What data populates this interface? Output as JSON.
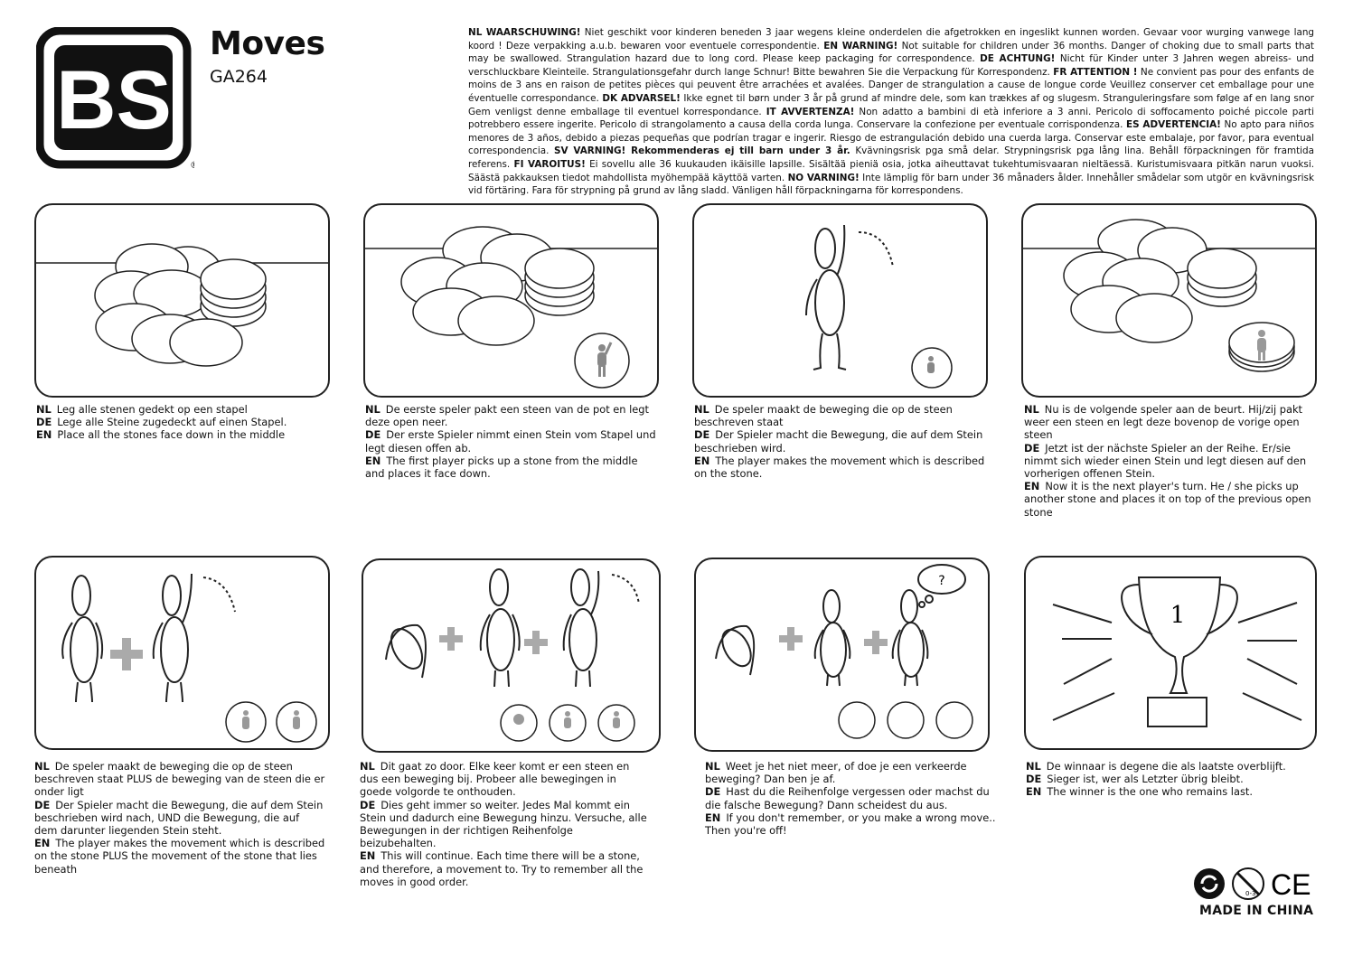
{
  "brand": {
    "logo_text": "BS"
  },
  "header": {
    "title": "Moves",
    "code": "GA264"
  },
  "warning": [
    {
      "lang": "NL WAARSCHUWING!",
      "text": " Niet geschikt voor kinderen beneden 3 jaar wegens kleine onderdelen die afgetrokken en ingeslikt kunnen worden.  Gevaar voor wurging vanwege lang koord ! Deze verpakking a.u.b. bewaren voor  eventuele correspondentie. "
    },
    {
      "lang": "EN WARNING!",
      "text": " Not suitable for children under 36 months. Danger of choking due to small parts that may be swallowed.  Strangulation hazard due to long cord. Please keep packaging for correspondence. "
    },
    {
      "lang": "DE ACHTUNG!",
      "text": " Nicht für Kinder unter 3 Jahren wegen abreiss- und verschluckbare Kleinteile. Strangulationsgefahr durch lange Schnur! Bitte bewahren Sie die Verpackung für Korrespondenz. "
    },
    {
      "lang": "FR ATTENTION !",
      "text": " Ne convient pas pour des enfants de moins de 3 ans en raison de petites pièces qui peuvent être arrachées et avalées.  Danger de strangulation a cause de longue corde Veuillez conserver cet emballage pour une éventuelle correspondance.  "
    },
    {
      "lang": "DK ADVARSEL!",
      "text": " Ikke egnet til børn under 3 år på grund af mindre dele, som kan trækkes af og slugesm.  Stranguleringsfare som følge af en lang snor Gem venligst denne emballage til eventuel korrespondance. "
    },
    {
      "lang": "IT AVVERTENZA!",
      "text": " Non adatto a bambini di età inferiore a 3 anni. Pericolo di soffocamento poiché piccole parti potrebbero essere ingerite.  Pericolo di strangolamento a causa della corda lunga. Conservare la confezione per eventuale corrispondenza. "
    },
    {
      "lang": "ES ADVERTENCIA!",
      "text": "  No apto para niños menores de 3 años, debido a piezas pequeñas que podrían tragar e ingerir.  Riesgo de estrangulación debido una cuerda larga. Conservar este embalaje, por favor, para eventual correspondencia.  "
    },
    {
      "lang": "SV VARNING! Rekommenderas ej till barn under 3 år.",
      "text": " Kvävningsrisk pga små delar. Strypningsrisk pga lång lina.  Behåll förpackningen för framtida referens. "
    },
    {
      "lang": "FI VAROITUS!",
      "text": "  Ei sovellu alle 36 kuukauden ikäisille lapsille. Sisältää pieniä osia, jotka aiheuttavat tukehtumisvaaran nieltäessä. Kuristumisvaara pitkän narun vuoksi. Säästä pakkauksen tiedot mahdollista myöhempää käyttöä varten. "
    },
    {
      "lang": "NO VARNING!",
      "text": " Inte lämplig för barn under 36 månaders ålder. Innehåller smådelar som utgör en kvävningsrisk vid förtäring. Fara för strypning på grund av lång sladd. Vänligen håll förpackningarna för korrespondens."
    }
  ],
  "steps": [
    {
      "nl": "Leg alle stenen gedekt op een stapel",
      "de": "Lege alle Steine zugedeckt auf einen Stapel.",
      "en": "Place all the stones face down in the middle"
    },
    {
      "nl": "De eerste speler pakt een steen van de pot en legt deze open neer.",
      "de": "Der erste Spieler nimmt einen Stein vom Stapel und legt diesen offen ab.",
      "en": "The first player picks up a stone from the middle and places it face down."
    },
    {
      "nl": "De speler maakt de beweging die op de steen beschreven staat",
      "de": "Der Spieler macht die Bewegung, die auf dem Stein beschrieben wird.",
      "en": "The player makes the movement which is described on the stone."
    },
    {
      "nl": "Nu is de volgende speler aan de beurt. Hij/zij pakt weer een steen en legt deze bovenop de vorige open steen",
      "de": "Jetzt ist der nächste Spieler an der Reihe. Er/sie nimmt sich wieder einen Stein und legt diesen auf den vorherigen offenen Stein.",
      "en": "Now it is the next player's turn. He / she picks up another stone and places it on top of the previous open stone"
    },
    {
      "nl": "De speler maakt de beweging die op de steen beschreven staat PLUS de beweging van de steen die er onder ligt",
      "de": "Der Spieler macht die Bewegung, die auf dem Stein beschrieben wird nach, UND die Bewegung, die auf dem darunter liegenden Stein steht.",
      "en": "The player makes the movement which is described on the stone PLUS the movement of the stone that lies beneath"
    },
    {
      "nl": "Dit gaat zo door. Elke keer komt er een steen en dus een beweging bij. Probeer alle bewegingen in goede volgorde te onthouden.",
      "de": "Dies geht immer so weiter. Jedes Mal kommt ein Stein und dadurch eine Bewegung hinzu. Versuche, alle Bewegungen in der richtigen Reihenfolge beizubehalten.",
      "en": "This will continue. Each time there will be a stone, and therefore, a movement to. Try to remember all the moves in good order."
    },
    {
      "nl": "Weet je het niet meer, of doe je een verkeerde beweging? Dan ben je af.",
      "de": "Hast du die Reihenfolge vergessen oder machst du die falsche Bewegung? Dann scheidest du aus.",
      "en": "If you don't remember, or you make a wrong move.. Then you're off!"
    },
    {
      "nl": "De winnaar is degene die als laatste overblijft.",
      "de": "Sieger ist, wer als Letzter übrig bleibt.",
      "en": "The winner is the one who remains last."
    }
  ],
  "labels": {
    "nl": "NL",
    "de": "DE",
    "en": "EN"
  },
  "panel_marks": {
    "question": "?",
    "trophy_number": "1"
  },
  "footer": {
    "made_in": "MADE IN CHINA",
    "age_mark": "0-3",
    "ce_mark": "CE"
  },
  "icons": [
    "recycle-icon",
    "age-warning-icon",
    "ce-icon",
    "stick-figure-icon",
    "stone-stack-icon",
    "trophy-icon"
  ]
}
